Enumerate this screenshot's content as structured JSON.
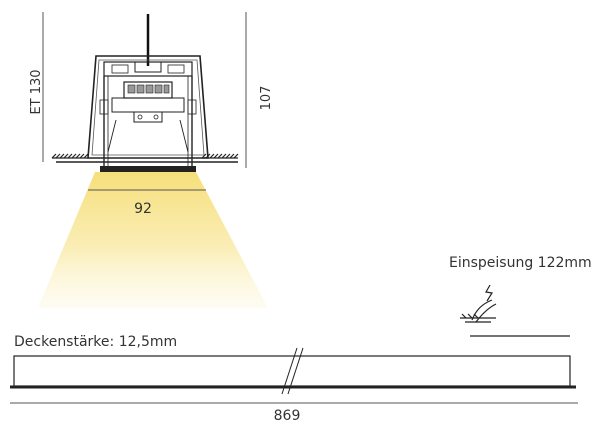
{
  "dimensions": {
    "et_height": "ET 130",
    "total_height": "107",
    "opening_width": "92",
    "length": "869"
  },
  "labels": {
    "feed": "Einspeisung 122mm",
    "ceiling": "Deckenstärke: 12,5mm"
  },
  "colors": {
    "line": "#222222",
    "light_beam": "#f7e38a"
  }
}
